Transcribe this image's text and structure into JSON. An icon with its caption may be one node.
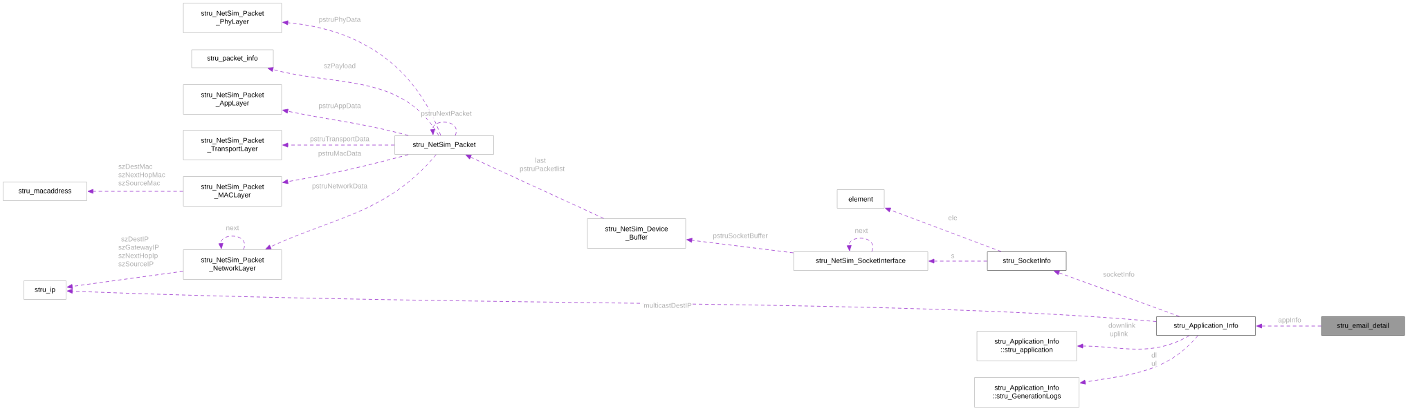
{
  "diagram": {
    "nodes": [
      {
        "text": [
          "stru_NetSim_Packet _PhyLayer"
        ]
      },
      {
        "text": [
          "stru_packet_info"
        ]
      },
      {
        "text": [
          "stru_NetSim_Packet _AppLayer"
        ]
      },
      {
        "text": [
          "stru_NetSim_Packet _TransportLayer"
        ]
      },
      {
        "text": [
          "stru_NetSim_Packet _MACLayer"
        ]
      },
      {
        "text": [
          "stru_macaddress"
        ]
      },
      {
        "text": [
          "stru_NetSim_Packet _NetworkLayer"
        ]
      },
      {
        "text": [
          "stru_ip"
        ]
      },
      {
        "text": [
          "stru_NetSim_Packet"
        ]
      },
      {
        "text": [
          "stru_NetSim_Device _Buffer"
        ]
      },
      {
        "text": [
          "element"
        ]
      },
      {
        "text": [
          "stru_NetSim_SocketInterface"
        ]
      },
      {
        "text": [
          "stru_SocketInfo"
        ]
      },
      {
        "text": [
          "stru_Application_Info"
        ]
      },
      {
        "text": [
          "stru_email_detail"
        ]
      },
      {
        "text": [
          "stru_Application_Info ::stru_application"
        ]
      },
      {
        "text": [
          "stru_Application_Info ::stru_GenerationLogs"
        ]
      }
    ],
    "edges": [
      {
        "from": 8,
        "to": 0,
        "arrow": "to",
        "label": "pstruPhyData"
      },
      {
        "from": 8,
        "to": 1,
        "arrow": "to",
        "label": "szPayload"
      },
      {
        "from": 8,
        "to": 2,
        "arrow": "to",
        "label": "pstruAppData"
      },
      {
        "from": 8,
        "to": 8,
        "arrow": "to",
        "label": "pstruNextPacket"
      },
      {
        "from": 8,
        "to": 3,
        "arrow": "to",
        "label": "pstruTransportData"
      },
      {
        "from": 8,
        "to": 4,
        "arrow": "to",
        "label": "pstruMacData"
      },
      {
        "from": 8,
        "to": 6,
        "arrow": "to",
        "label": "pstruNetworkData"
      },
      {
        "from": 4,
        "to": 5,
        "arrow": "to",
        "label": "szDestMac szNextHopMac szSourceMac"
      },
      {
        "from": 6,
        "to": 6,
        "arrow": "to",
        "label": "next"
      },
      {
        "from": 6,
        "to": 7,
        "arrow": "to",
        "label": "szDestIP szGatewayIP szNextHopIp szSourceIP"
      },
      {
        "from": 9,
        "to": 8,
        "arrow": "to",
        "label": "last pstruPacketlist"
      },
      {
        "from": 11,
        "to": 9,
        "arrow": "to",
        "label": "pstruSocketBuffer"
      },
      {
        "from": 11,
        "to": 11,
        "arrow": "to",
        "label": "next"
      },
      {
        "from": 12,
        "to": 10,
        "arrow": "to",
        "label": "ele"
      },
      {
        "from": 12,
        "to": 11,
        "arrow": "to",
        "label": "s"
      },
      {
        "from": 13,
        "to": 12,
        "arrow": "to",
        "label": "socketInfo"
      },
      {
        "from": 13,
        "to": 7,
        "arrow": "to",
        "label": "multicastDestIP"
      },
      {
        "from": 13,
        "to": 15,
        "arrow": "to",
        "label": "downlink uplink"
      },
      {
        "from": 13,
        "to": 16,
        "arrow": "to",
        "label": "dl ul"
      },
      {
        "from": 14,
        "to": 13,
        "arrow": "to",
        "label": "appInfo"
      }
    ]
  }
}
